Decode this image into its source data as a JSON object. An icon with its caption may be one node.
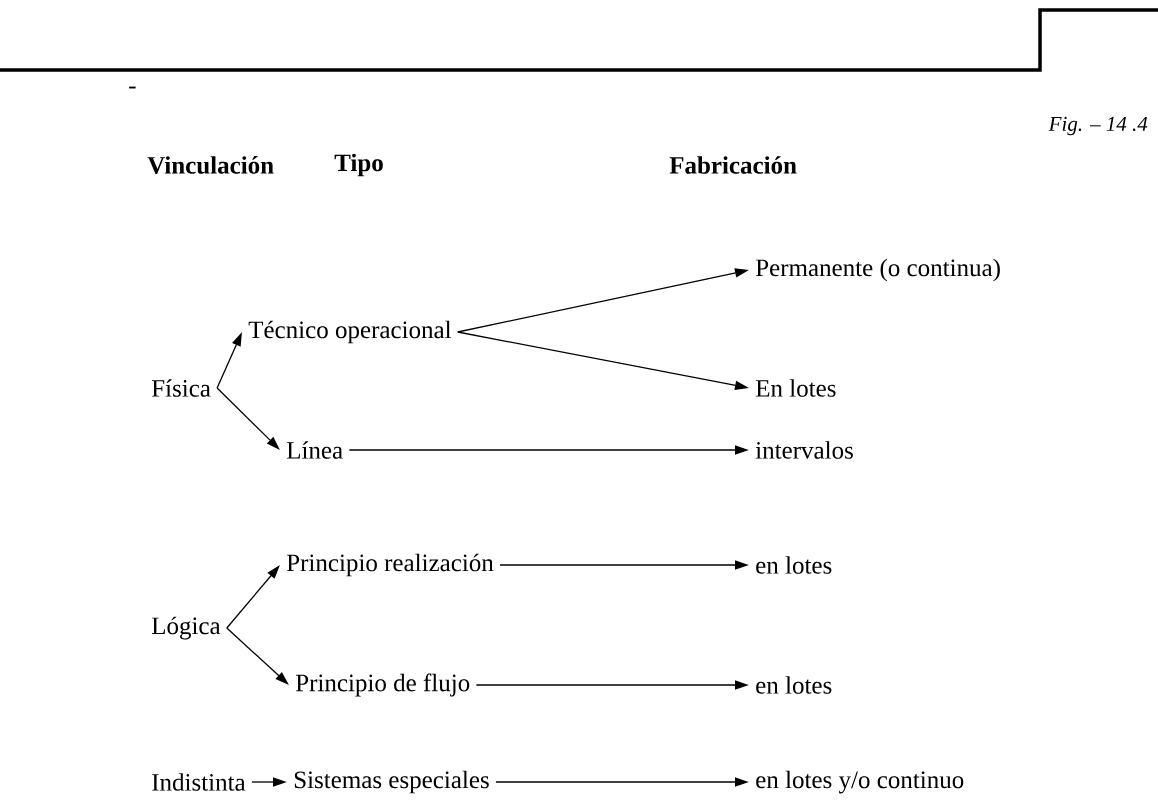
{
  "diagram": {
    "nodes": [
      {
        "text": [
          "Física"
        ]
      },
      {
        "text": [
          "Técnico operacional"
        ]
      },
      {
        "text": [
          "Línea"
        ]
      },
      {
        "text": [
          "Permanente (o continua)"
        ]
      },
      {
        "text": [
          "En lotes"
        ]
      },
      {
        "text": [
          "intervalos"
        ]
      },
      {
        "text": [
          "Lógica"
        ]
      },
      {
        "text": [
          "Principio realización"
        ]
      },
      {
        "text": [
          "Principio de flujo"
        ]
      },
      {
        "text": [
          "en lotes"
        ]
      },
      {
        "text": [
          "en lotes"
        ]
      },
      {
        "text": [
          "Indistinta"
        ]
      },
      {
        "text": [
          "Sistemas especiales"
        ]
      },
      {
        "text": [
          "en lotes y/o continuo"
        ]
      }
    ],
    "edges": [
      {
        "from": 0,
        "to": 1,
        "arrow": "to"
      },
      {
        "from": 0,
        "to": 2,
        "arrow": "to"
      },
      {
        "from": 1,
        "to": 3,
        "arrow": "to"
      },
      {
        "from": 1,
        "to": 4,
        "arrow": "to"
      },
      {
        "from": 2,
        "to": 5,
        "arrow": "to"
      },
      {
        "from": 6,
        "to": 7,
        "arrow": "to"
      },
      {
        "from": 6,
        "to": 8,
        "arrow": "to"
      },
      {
        "from": 7,
        "to": 9,
        "arrow": "to"
      },
      {
        "from": 8,
        "to": 10,
        "arrow": "to"
      },
      {
        "from": 11,
        "to": 12,
        "arrow": "to"
      },
      {
        "from": 12,
        "to": 13,
        "arrow": "to"
      }
    ],
    "labels": [
      "Fig. – 14 .4",
      "-",
      "Vinculación",
      "Tipo",
      "Fabricación"
    ]
  }
}
